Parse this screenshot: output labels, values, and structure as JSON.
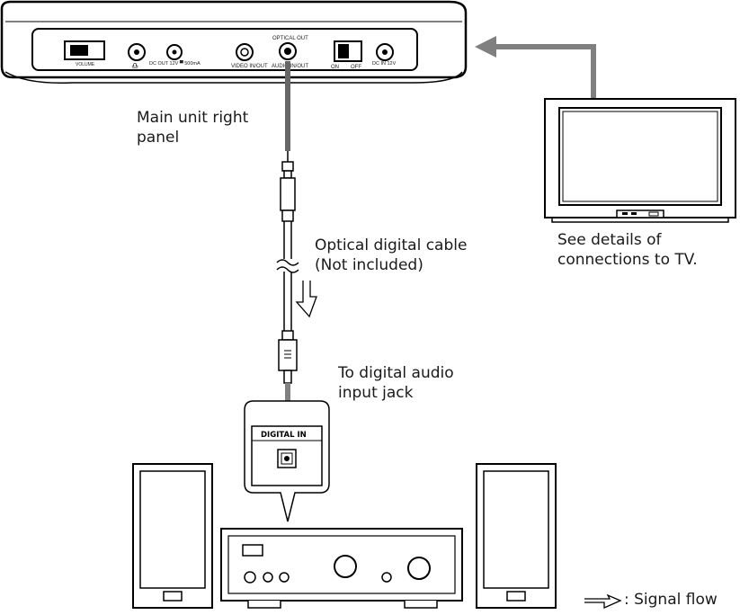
{
  "panel": {
    "vol_label": "VOLUME",
    "dc_out_label": "DC OUT 12V ▀ 500mA",
    "video_label": "VIDEO IN/OUT",
    "optical_label": "OPTICAL OUT",
    "audio_label": "AUDIO IN/OUT",
    "on_label": "ON",
    "off_label": "OFF",
    "dc_in_label": "DC IN 12V"
  },
  "jack_box": {
    "title": "DIGITAL IN"
  },
  "labels": {
    "main_unit": "Main unit right\npanel",
    "tv_details": "See details of\nconnections to TV.",
    "cable": "Optical digital cable\n(Not included)",
    "to_jack": "To digital audio\ninput jack",
    "legend": ": Signal flow"
  },
  "colors": {
    "line": "#000000",
    "arrow": "#808080",
    "cable": "#555555"
  }
}
